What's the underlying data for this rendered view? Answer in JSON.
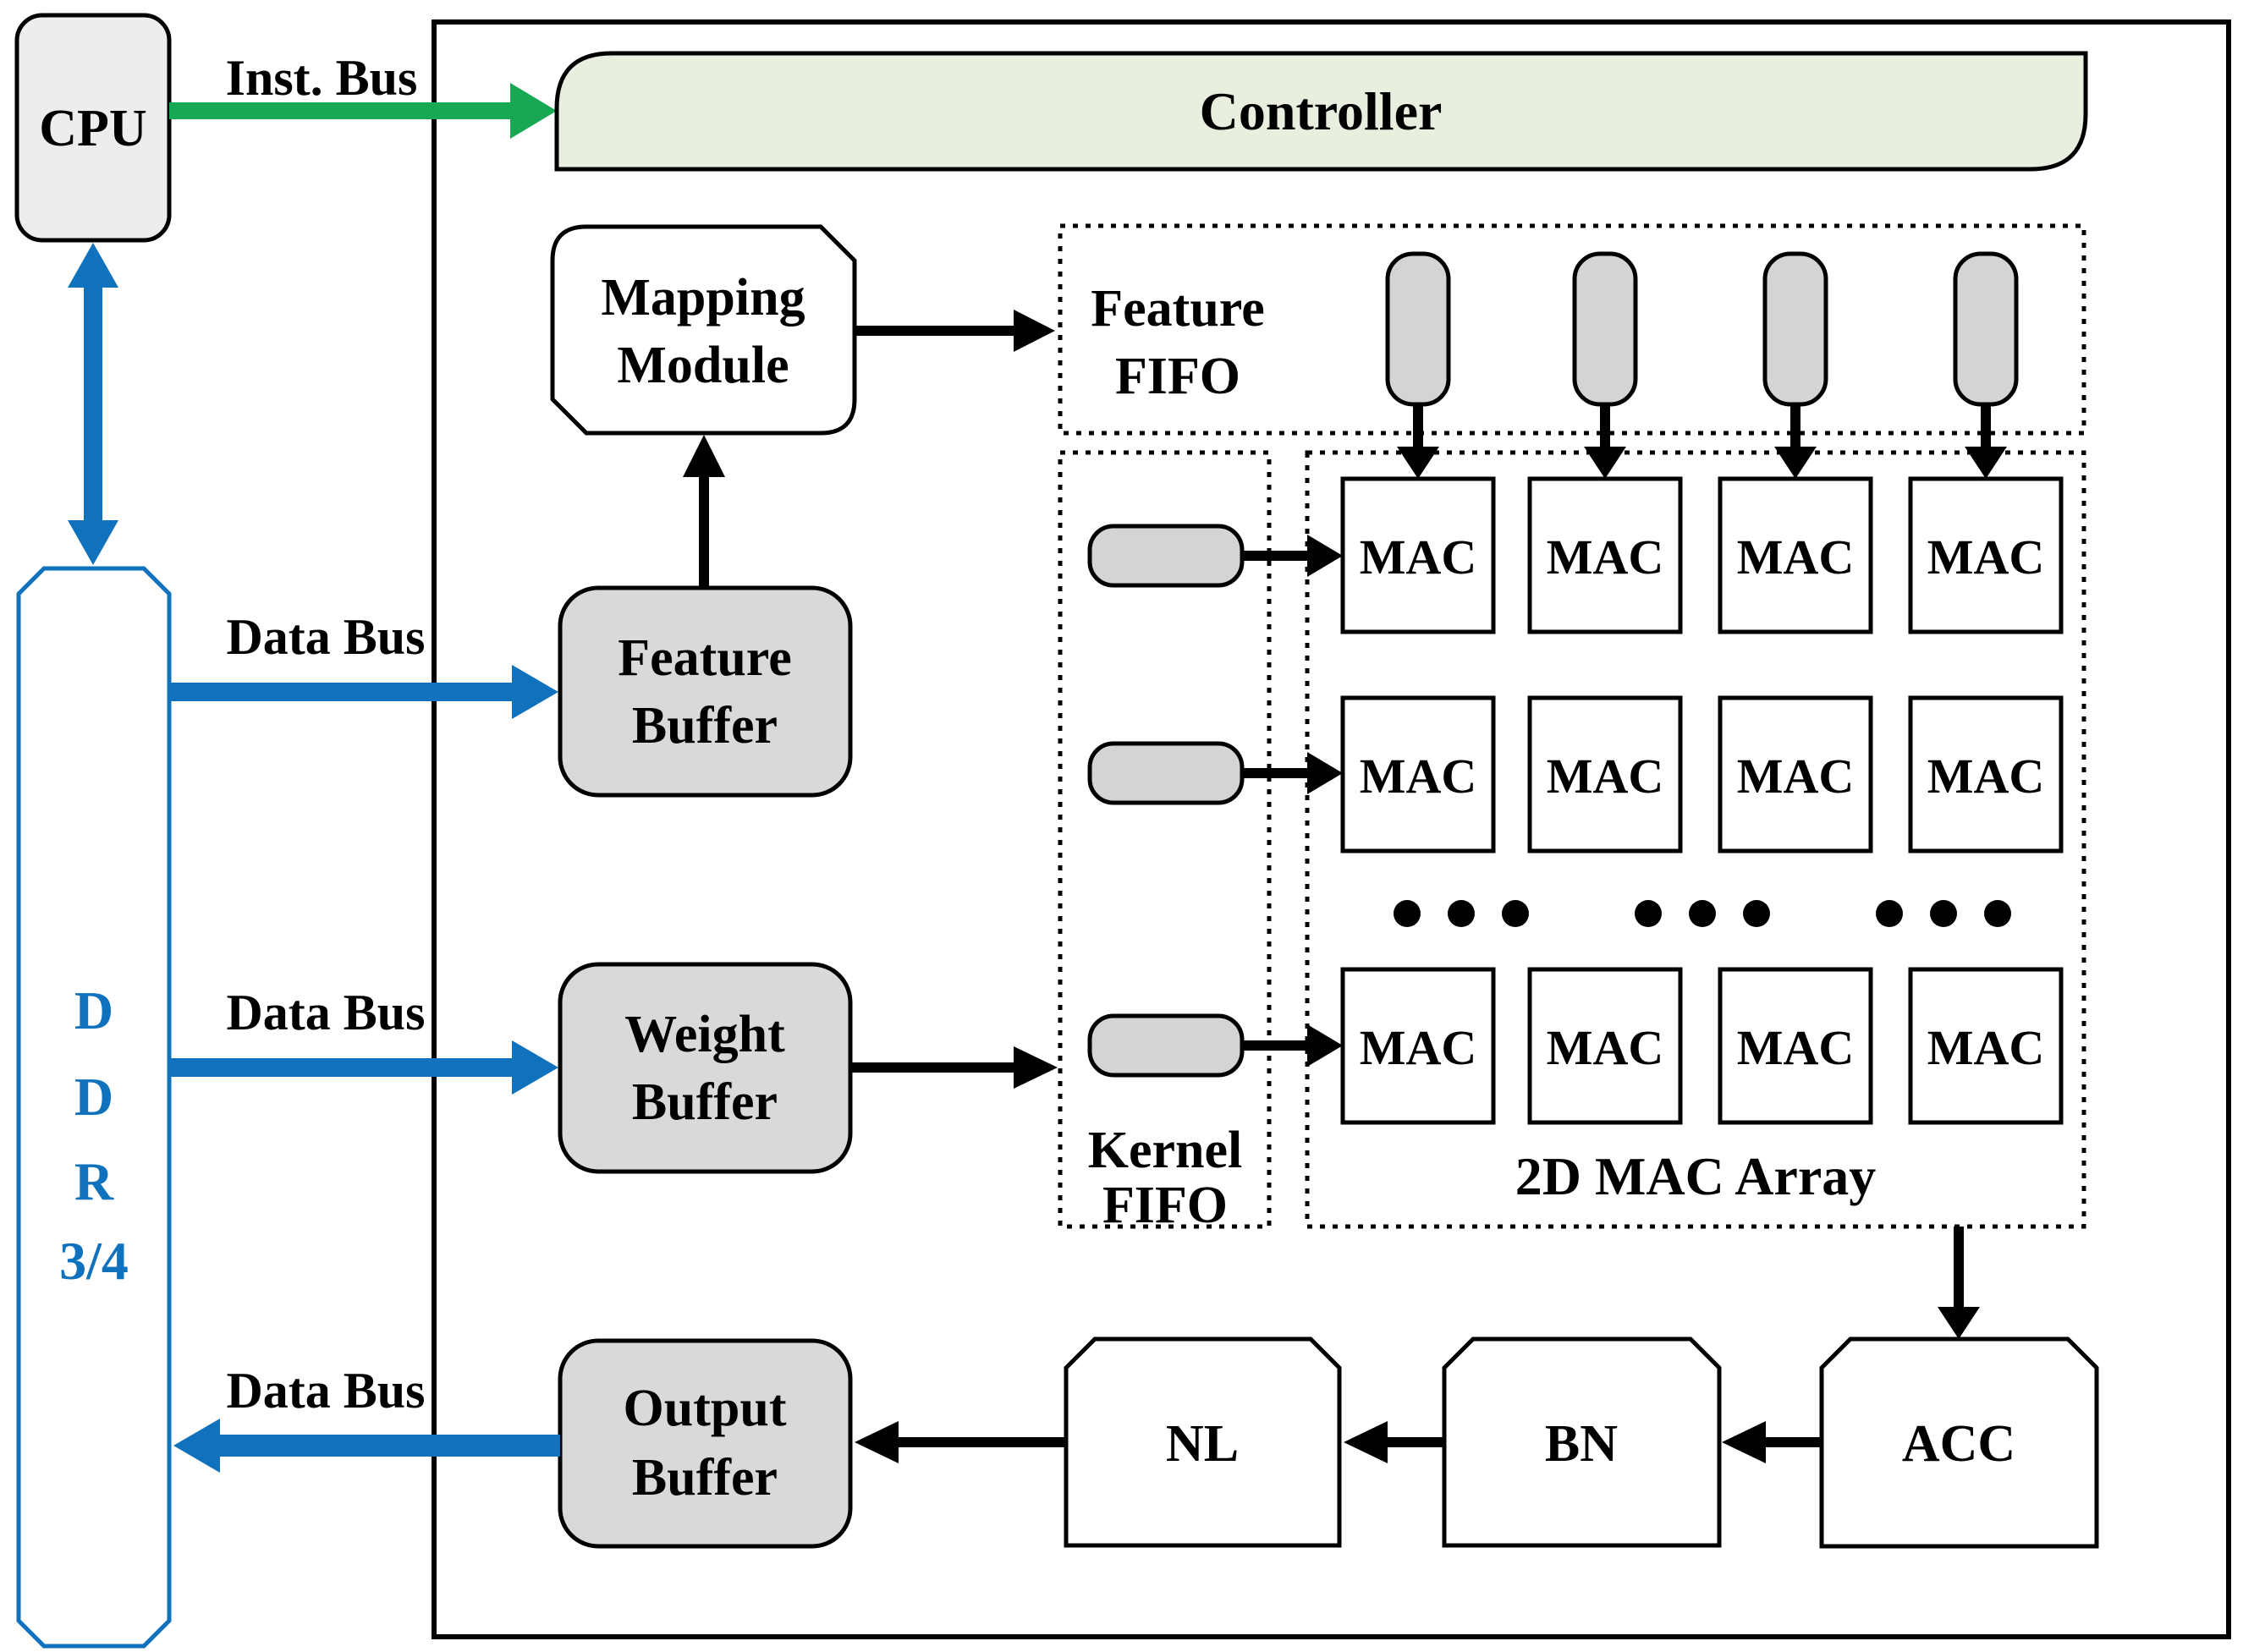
{
  "labels": {
    "cpu": "CPU",
    "inst_bus": "Inst. Bus",
    "data_bus": "Data Bus",
    "controller": "Controller",
    "mapping_module": [
      "Mapping",
      "Module"
    ],
    "feature_fifo": [
      "Feature",
      "FIFO"
    ],
    "kernel_fifo": [
      "Kernel",
      "FIFO"
    ],
    "feature_buffer": [
      "Feature",
      "Buffer"
    ],
    "weight_buffer": [
      "Weight",
      "Buffer"
    ],
    "output_buffer": [
      "Output",
      "Buffer"
    ],
    "ddr": [
      "D",
      "D",
      "R",
      "3/4"
    ],
    "mac": "MAC",
    "mac_array": "2D MAC Array",
    "acc": "ACC",
    "bn": "BN",
    "nl": "NL"
  },
  "colors": {
    "bus_green": "#17A853",
    "bus_blue": "#1071BC",
    "controller_fill": "#E9EFDF",
    "cpu_fill": "#EDEDED",
    "buffer_fill": "#D9D9D9",
    "pill_fill": "#D4D4D4",
    "line_black": "#000000"
  }
}
